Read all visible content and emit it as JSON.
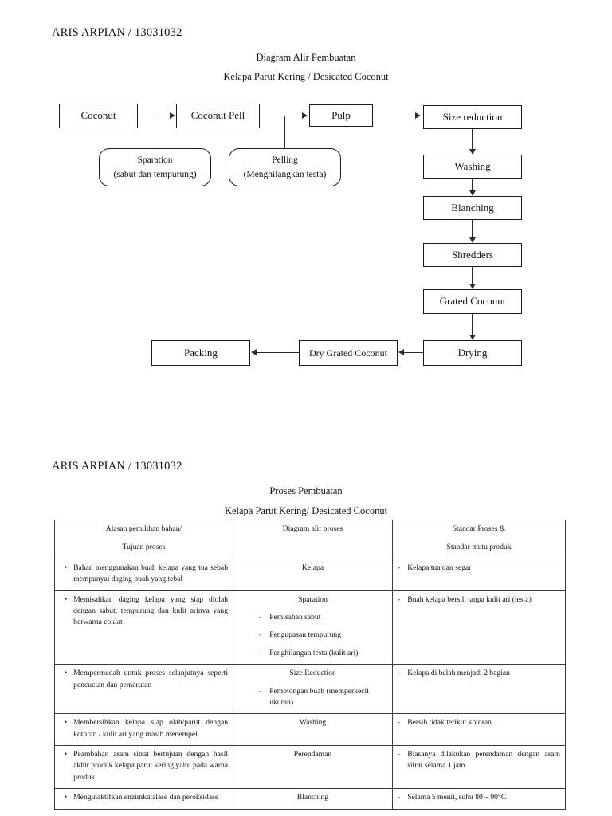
{
  "page1": {
    "student": "ARIS ARPIAN / 13031032",
    "title_line1": "Diagram Alir Pembuatan",
    "title_line2": "Kelapa Parut Kering / Desicated Coconut",
    "flowchart": {
      "nodes": {
        "coconut": "Coconut",
        "coconut_pell": "Coconut Pell",
        "pulp": "Pulp",
        "size_reduction": "Size reduction",
        "washing": "Washing",
        "blanching": "Blanching",
        "shredders": "Shredders",
        "grated_coconut": "Grated Coconut",
        "drying": "Drying",
        "dry_grated_coconut": "Dry Grated Coconut",
        "packing": "Packing"
      },
      "annotations": {
        "sparation_title": "Sparation",
        "sparation_sub": "(sabut dan tempurung)",
        "pelling_title": "Pelling",
        "pelling_sub": "(Menghilangkan testa)"
      }
    }
  },
  "page2": {
    "student": "ARIS ARPIAN / 13031032",
    "title_line1": "Proses Pembuatan",
    "title_line2": "Kelapa Parut Kering/ Desicated Coconut",
    "table": {
      "headers": [
        {
          "line1": "Alasan pemilihan bahan/",
          "line2": "Tujuan proses"
        },
        {
          "line1": "Diagram alir proses",
          "line2": ""
        },
        {
          "line1": "Standar Proses &",
          "line2": "Standar mutu produk"
        }
      ],
      "rows": [
        {
          "reason": "Bahan menggunakan buah kelapa yang tua sebab mempunyai daging buah yang tebal",
          "process_main": "Kelapa",
          "process_subs": [],
          "standard": "Kelapa tua dan segar"
        },
        {
          "reason": "Memisahkan daging kelapa yang siap diolah dengan sabut, tempurung dan kulit arinya yang berwarna coklat",
          "process_main": "Sparation",
          "process_subs": [
            "Pemisahan sabut",
            "Pengupasan tempurung",
            "Penghilangan testa (kulit ari)"
          ],
          "standard": "Buah kelapa bersih tanpa kulit ari (testa)"
        },
        {
          "reason": "Mempermudah untuk proses selanjutnya seperti pencucian dan pemarutan",
          "process_main": "Size Reduction",
          "process_subs": [
            "Pemotongan buah (memperkecil ukuran)"
          ],
          "standard": "Kelapa di belah menjadi 2 bagian"
        },
        {
          "reason": "Membersihkan kelapa siap olah/parut dengan kotoran / kulit ari yang masih menempel",
          "process_main": "Washing",
          "process_subs": [],
          "standard": "Bersih tidak terikut kotoran"
        },
        {
          "reason": "Peambahan asam sitrat bertujuan dengan hasil akhir produk kelapa parut kering yaitu pada warna produk",
          "process_main": "Perendaman",
          "process_subs": [],
          "standard": "Biasanya dilakukan perendaman dengan asam sitrat selama 1 jam"
        },
        {
          "reason": "Menginaktifkan enzimkatalase dan peroksidase",
          "process_main": "Blanching",
          "process_subs": [],
          "standard": "Selama 5 menit, suhu 80 – 90°C"
        }
      ],
      "bullet_glyph": "•",
      "dash_glyph": "-"
    }
  }
}
